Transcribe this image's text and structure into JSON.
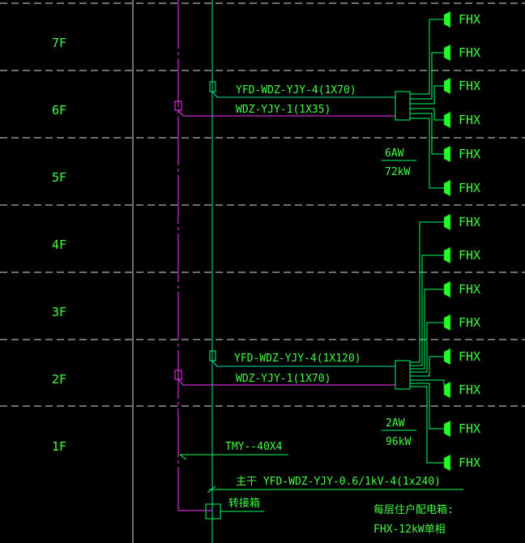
{
  "floors": [
    "7F",
    "6F",
    "5F",
    "4F",
    "3F",
    "2F",
    "1F"
  ],
  "upper_feeder": {
    "fire_cable": "YFD-WDZ-YJY-4(1X70)",
    "normal_cable": "WDZ-YJY-1(1X35)",
    "breaker": "6AW",
    "load": "72kW",
    "outputs": [
      "FHX",
      "FHX",
      "FHX",
      "FHX",
      "FHX",
      "FHX"
    ]
  },
  "lower_feeder": {
    "fire_cable": "YFD-WDZ-YJY-4(1X120)",
    "normal_cable": "WDZ-YJY-1(1X70)",
    "breaker": "2AW",
    "load": "96kW",
    "outputs": [
      "FHX",
      "FHX",
      "FHX",
      "FHX",
      "FHX",
      "FHX",
      "FHX",
      "FHX"
    ]
  },
  "ground_bus": "TMY--40X4",
  "main_trunk": "主干 YFD-WDZ-YJY-0.6/1kV-4(1x240)",
  "junction_box": "转接箱",
  "note_line1": "每层住户配电箱:",
  "note_line2": "FHX-12kW单相"
}
